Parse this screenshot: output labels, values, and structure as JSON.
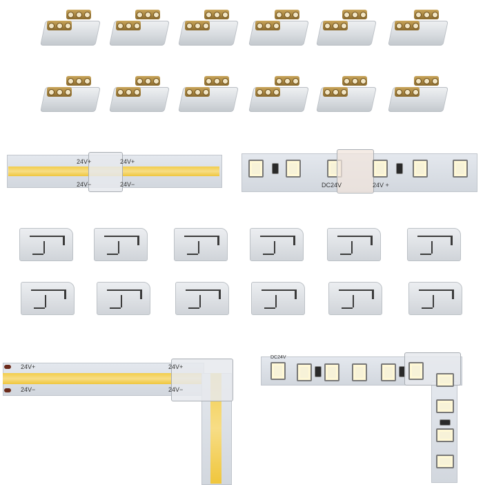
{
  "image": {
    "description": "Product photo of solderless LED strip connectors: 12 clip connectors with gold pins, straight connector on COB strip and SMD strip, 12 clear L-clips, L-shaped corner connectors on COB and SMD strips",
    "background": "#ffffff"
  },
  "clips_top": {
    "rows": 2,
    "cols": 6,
    "pin_color": "#b8913f"
  },
  "straight_cob": {
    "labels": {
      "left_plus": "24V+",
      "right_plus": "24V+",
      "left_minus": "24V−",
      "right_minus": "24V−"
    },
    "cob_color": "#f4d35e"
  },
  "straight_smd": {
    "labels": {
      "left": "DC24V",
      "right": "24V +"
    }
  },
  "clips_middle": {
    "rows": 2,
    "cols": 6
  },
  "corner_cob": {
    "labels": {
      "plus": "24V+",
      "minus": "24V−",
      "conn_plus": "24V+",
      "conn_minus": "24V−"
    }
  },
  "corner_smd": {
    "labels": {
      "left": "DC24V"
    }
  }
}
